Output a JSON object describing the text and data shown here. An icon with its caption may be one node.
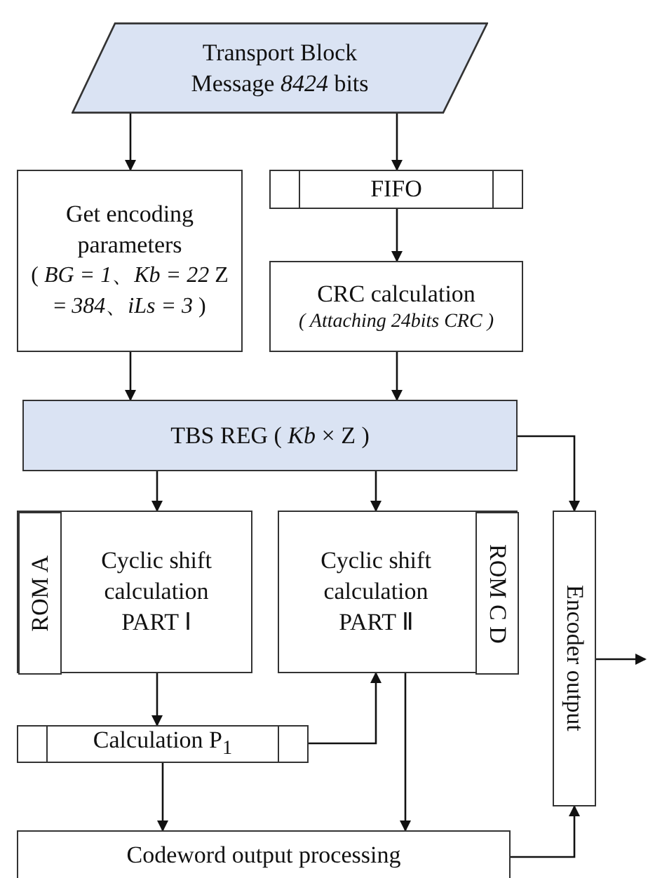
{
  "diagram": {
    "nodes": [
      {
        "text": [
          "Transport Block Message *8424* bits"
        ]
      },
      {
        "text": [
          "Get encoding parameters",
          "( *BG = 1*、*Kb = 22* Z = *384*、*iLs = 3* )"
        ]
      },
      {
        "text": [
          "FIFO"
        ]
      },
      {
        "text": [
          "CRC calculation",
          "( Attaching 24bits CRC )"
        ]
      },
      {
        "text": [
          "TBS REG ( *Kb* × Z )"
        ]
      },
      {
        "text": [
          "Cyclic shift calculation PART Ⅰ"
        ]
      },
      {
        "text": [
          "ROM A"
        ],
        "in": 5
      },
      {
        "text": [
          "Cyclic shift calculation PART Ⅱ"
        ]
      },
      {
        "text": [
          "ROM C D"
        ],
        "in": 7
      },
      {
        "text": [
          "Encoder output"
        ]
      },
      {
        "text": [
          "Calculation P$_{1}$"
        ]
      },
      {
        "text": [
          "Codeword output processing"
        ]
      }
    ],
    "edges": [
      {
        "from": 0,
        "to": 1,
        "arrow": "to"
      },
      {
        "from": 0,
        "to": 2,
        "arrow": "to"
      },
      {
        "from": 2,
        "to": 3,
        "arrow": "to"
      },
      {
        "from": 1,
        "to": 4,
        "arrow": "to"
      },
      {
        "from": 3,
        "to": 4,
        "arrow": "to"
      },
      {
        "from": 4,
        "to": 5,
        "arrow": "to"
      },
      {
        "from": 4,
        "to": 7,
        "arrow": "to"
      },
      {
        "from": 4,
        "to": 9,
        "arrow": "to"
      },
      {
        "from": 5,
        "to": 10,
        "arrow": "to"
      },
      {
        "from": 10,
        "to": 7,
        "arrow": "to"
      },
      {
        "from": 10,
        "to": 11,
        "arrow": "to"
      },
      {
        "from": 7,
        "to": 11,
        "arrow": "to"
      },
      {
        "from": 11,
        "to": 9,
        "arrow": "to"
      },
      {
        "from": 9,
        "to": null,
        "arrow": "to"
      }
    ]
  }
}
